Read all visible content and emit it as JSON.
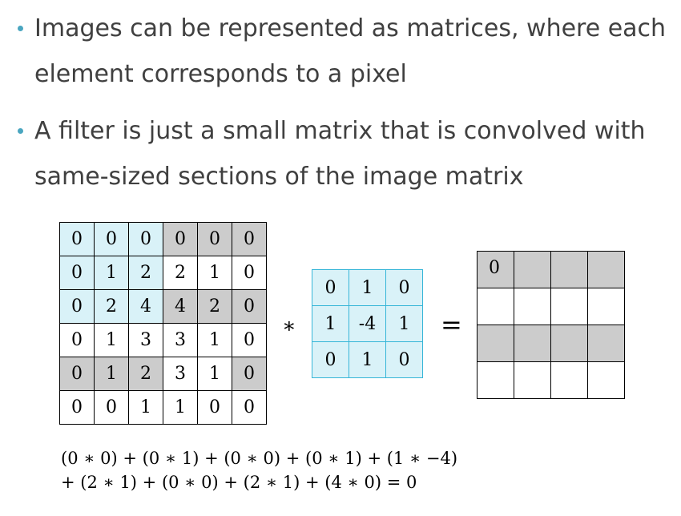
{
  "bullets": [
    {
      "line1": "Images can be represented as matrices, where each",
      "line2": "element corresponds to a pixel"
    },
    {
      "line1": "A filter is just a small matrix that is convolved with",
      "line2": "same-sized sections of the image matrix"
    }
  ],
  "colors": {
    "bullet": "#4aa6c0",
    "text": "#404040",
    "light_blue_fill": "#d9f2f8",
    "gray_fill": "#cccccc",
    "kernel_border": "#36b6d8"
  },
  "image_matrix": [
    [
      "0",
      "0",
      "0",
      "0",
      "0",
      "0"
    ],
    [
      "0",
      "1",
      "2",
      "2",
      "1",
      "0"
    ],
    [
      "0",
      "2",
      "4",
      "4",
      "2",
      "0"
    ],
    [
      "0",
      "1",
      "3",
      "3",
      "1",
      "0"
    ],
    [
      "0",
      "1",
      "2",
      "3",
      "1",
      "0"
    ],
    [
      "0",
      "0",
      "1",
      "1",
      "0",
      "0"
    ]
  ],
  "image_matrix_shading": [
    [
      "blue",
      "blue",
      "blue",
      "gray",
      "gray",
      "gray"
    ],
    [
      "blue",
      "blue",
      "blue",
      "none",
      "none",
      "none"
    ],
    [
      "blue",
      "blue",
      "blue",
      "gray",
      "gray",
      "gray"
    ],
    [
      "none",
      "none",
      "none",
      "none",
      "none",
      "none"
    ],
    [
      "gray",
      "gray",
      "gray",
      "none",
      "none",
      "gray"
    ],
    [
      "none",
      "none",
      "none",
      "none",
      "none",
      "none"
    ]
  ],
  "kernel_matrix": [
    [
      "0",
      "1",
      "0"
    ],
    [
      "1",
      "-4",
      "1"
    ],
    [
      "0",
      "1",
      "0"
    ]
  ],
  "output_matrix": [
    [
      "0",
      "",
      "",
      ""
    ],
    [
      "",
      "",
      "",
      ""
    ],
    [
      "",
      "",
      "",
      ""
    ],
    [
      "",
      "",
      "",
      ""
    ]
  ],
  "output_matrix_shading": [
    [
      "gray",
      "gray",
      "gray",
      "gray"
    ],
    [
      "none",
      "none",
      "none",
      "none"
    ],
    [
      "gray",
      "gray",
      "gray",
      "gray"
    ],
    [
      "none",
      "none",
      "none",
      "none"
    ]
  ],
  "operators": {
    "convolution": "∗",
    "equals": "="
  },
  "formula": {
    "line1": "(0 ∗ 0) + (0 ∗ 1) + (0 ∗ 0) + (0 ∗ 1) + (1 ∗ −4)",
    "line2": "+ (2 ∗ 1) + (0 ∗ 0) + (2 ∗ 1) + (4 ∗ 0) = 0"
  }
}
